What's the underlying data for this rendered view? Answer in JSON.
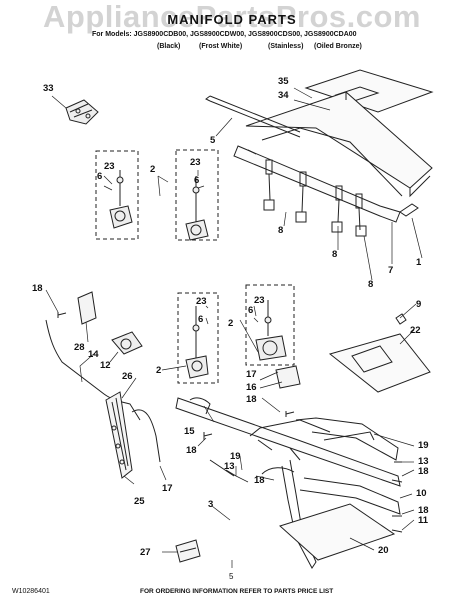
{
  "watermark": "AppliancePartsPros.com",
  "title": "MANIFOLD PARTS",
  "models_line": "For Models: JGS8900CDB00, JGS8900CDW00, JGS8900CDS00, JGS8900CDA00",
  "finishes": [
    "(Black)",
    "(Frost White)",
    "(Stainless)",
    "(Oiled Bronze)"
  ],
  "callouts": {
    "c33": "33",
    "c35": "35",
    "c34": "34",
    "c5a": "5",
    "c23a": "23",
    "c2a": "2",
    "c23b": "23",
    "c6a": "6",
    "c6b": "6",
    "c8a": "8",
    "c8b": "8",
    "c8c": "8",
    "c7": "7",
    "c1": "1",
    "c18a": "18",
    "c23c": "23",
    "c23d": "23",
    "c6c": "6",
    "c6d": "6",
    "c2b": "2",
    "c2c": "2",
    "c9": "9",
    "c22": "22",
    "c28": "28",
    "c14": "14",
    "c12": "12",
    "c26": "26",
    "c17a": "17",
    "c16": "16",
    "c18b": "18",
    "c15": "15",
    "c18c": "18",
    "c19a": "19",
    "c13a": "13",
    "c18d": "18",
    "c19b": "19",
    "c13b": "13",
    "c18e": "18",
    "c18f": "18",
    "c10": "10",
    "c25": "25",
    "c17b": "17",
    "c3": "3",
    "c11": "11",
    "c27": "27",
    "c20": "20"
  },
  "footer": {
    "doc_number": "W10286401",
    "page_number": "5",
    "ordering_info": "FOR ORDERING INFORMATION REFER TO PARTS PRICE LIST"
  }
}
